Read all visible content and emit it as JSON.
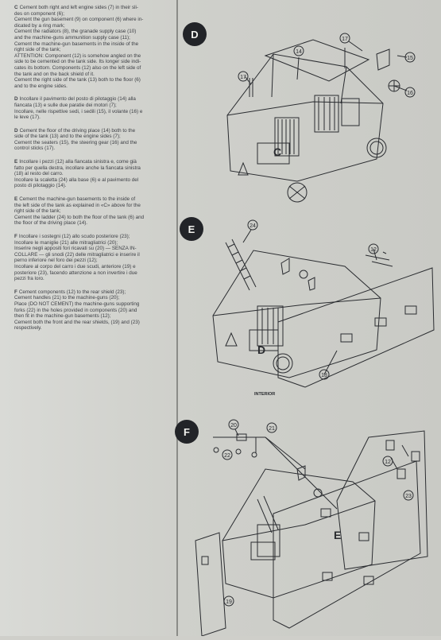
{
  "text_blocks": [
    {
      "marker": "C",
      "lines": [
        "Cement both right and left engine sides (7) in their sli-",
        "des on component (6);",
        "Cement the gun basement (9) on component (6) where in-",
        "dicated by a ring mark;",
        "Cement the radiators (8), the granade supply case (10)",
        "and the machine-guns ammunition supply case (11);",
        "Cement the machine-gun  basements in the inside of the",
        "right side of the tank;",
        "ATTENTION: Component (12) is somehow angled on the",
        "side to be cemented on the tank side. Its longer side indi-",
        "cates its bottom. Components (12) also on the left side of",
        "the tank and on the back shield of it.",
        "Cement the right side of the tank (13) both to the floor (6)",
        "and to the engine sides."
      ]
    },
    {
      "marker": "D",
      "lines": [
        "Incollare il pavimento del posto di pilotaggio (14) alla",
        "fiancata (13) e sulle due paratie dei motori (7);",
        "Incollare, nelle rispettive sedi, i sedili (15), il volante (16) e",
        "le leve (17)."
      ]
    },
    {
      "marker": "D",
      "lines": [
        "Cement the floor of the driving place (14) both to the",
        "side of the tank (13) and to the engine sides (7);",
        "Cement the seaters (15), the steering gear (16) and the",
        "control sticks (17)."
      ]
    },
    {
      "marker": "E",
      "lines": [
        "Incollare i pezzi (12) alla fiancata sinistra e, come già",
        "fatto per quella destra, incollare anche la fiancata sinistra",
        "(18) al resto del carro.",
        "Incollare la scaletta (24) alla base (6) e al pavimento del",
        "posto di pilotaggio (14)."
      ]
    },
    {
      "marker": "E",
      "lines": [
        "Cement the machine-gun basements to the inside of",
        "the left side of the tank as explained in «C» above for the",
        "right side of the tank;",
        "Cement the ladder (24) to both the floor of the tank (6) and",
        "the floor of the driving place (14)."
      ]
    },
    {
      "marker": "F",
      "lines": [
        "Incollare i sostegni (12) allo scudo posteriore (23);",
        "Incollare le maniglie (21) alle mitragliatrici (20);",
        "Inserire negli appositi fori ricavati su (20) — SENZA IN-",
        "COLLARE — gli snodi (22) delle mitragliatrici e inserire il",
        "perno inferiore nel foro dei pezzi (12);",
        "Incollare al corpo del carro i due scudi, anteriore (19) e",
        "posteriore (23), facendo attenzione a non invertire i due",
        "pezzi fra loro."
      ]
    },
    {
      "marker": "F",
      "lines": [
        "Cement components (12) to the rear shield (23);",
        "Cement handles (21) to the machine-guns (20);",
        "Place (DO NOT CEMENT) the machine-guns supporting",
        "forks (22) in the holes provided in components (20) and",
        "then fit in the machine-gun basements (12);",
        "Cement both the front and the rear shields, (19) and (23)",
        "respectively."
      ]
    }
  ],
  "steps": {
    "d": {
      "badge": "D",
      "body_letter": "C",
      "callouts": [
        "14",
        "17",
        "15",
        "17",
        "16"
      ]
    },
    "e": {
      "badge": "E",
      "body_letter": "D",
      "callouts": [
        "24",
        "12",
        "18"
      ],
      "interior_label": "INTERIOR"
    },
    "f": {
      "badge": "F",
      "body_letter": "E",
      "callouts": [
        "20",
        "21",
        "22",
        "12",
        "23",
        "19"
      ]
    }
  }
}
